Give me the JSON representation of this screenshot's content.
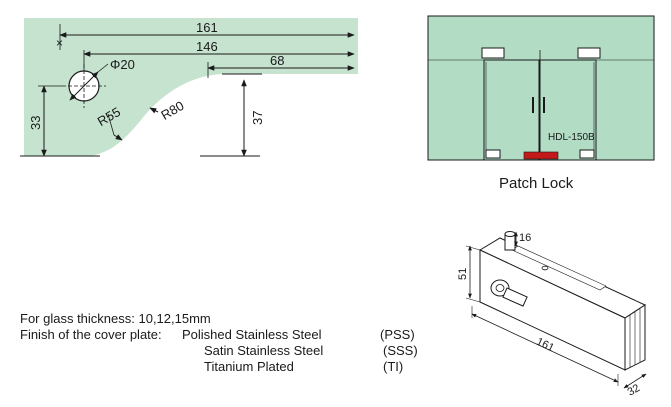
{
  "colors": {
    "plate_fill": "#c5e3cf",
    "glass_fill": "#b2dcc4",
    "line": "#1a1a1a",
    "lock_red": "#c21a1a"
  },
  "profile_drawing": {
    "dim_161": "161",
    "dim_146": "146",
    "dim_68": "68",
    "dim_phi20": "Φ20",
    "dim_r55": "R55",
    "dim_r80": "R80",
    "dim_33": "33",
    "dim_37": "37"
  },
  "door_view": {
    "model_label": "HDL-150B",
    "caption": "Patch Lock"
  },
  "iso_view": {
    "dim_16": "16",
    "dim_51": "51",
    "dim_161": "161",
    "dim_32": "32"
  },
  "specs": {
    "line1": "For glass thickness: 10,12,15mm",
    "line2_label": "Finish of the cover plate:",
    "line2_value": "Polished Stainless Steel",
    "line2_code": "(PSS)",
    "line3_value": "Satin Stainless Steel",
    "line3_code": "(SSS)",
    "line4_value": "Titanium Plated",
    "line4_code": "(TI)"
  }
}
